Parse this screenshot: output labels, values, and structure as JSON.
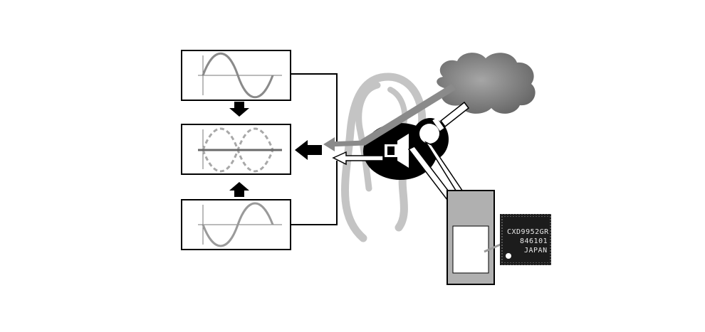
{
  "colors": {
    "wave": "#8a8a8a",
    "wave_dashed": "#a8a8a8",
    "box_stroke": "#000000",
    "ear": "#c4c4c4",
    "cloud": "#7a7a7a",
    "chip": "#1c1c1c",
    "chip_text": "#e8e8e8",
    "processor_box": "#b0b0b0"
  },
  "chip": {
    "lines": [
      "CXD9952GR",
      "846101",
      "JAPAN"
    ]
  },
  "icons": [
    "downward-arrow-icon",
    "upward-arrow-icon",
    "left-arrow-icon",
    "speaker-icon",
    "microphone-icon",
    "cloud-shape"
  ]
}
